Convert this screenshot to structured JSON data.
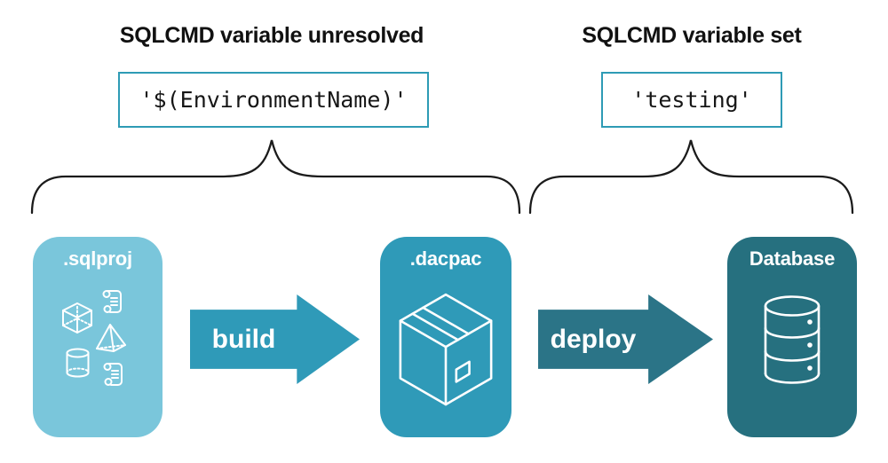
{
  "colors": {
    "light_teal": "#7AC6DB",
    "mid_teal": "#2F9AB8",
    "dark_teal": "#26707F",
    "deploy_teal": "#2B7487",
    "code_border": "#2E9BB5",
    "ink": "#1B1B1B",
    "icon_white": "#FFFFFF"
  },
  "annotations": {
    "left": {
      "heading": "SQLCMD variable unresolved",
      "code": "'$(EnvironmentName)'"
    },
    "right": {
      "heading": "SQLCMD variable set",
      "code": "'testing'"
    }
  },
  "pipeline": {
    "nodes": [
      {
        "label": ".sqlproj",
        "icon": "sql-project-objects-icon"
      },
      {
        "label": ".dacpac",
        "icon": "package-box-icon"
      },
      {
        "label": "Database",
        "icon": "database-cylinder-icon"
      }
    ],
    "arrows": [
      {
        "label": "build"
      },
      {
        "label": "deploy"
      }
    ]
  }
}
